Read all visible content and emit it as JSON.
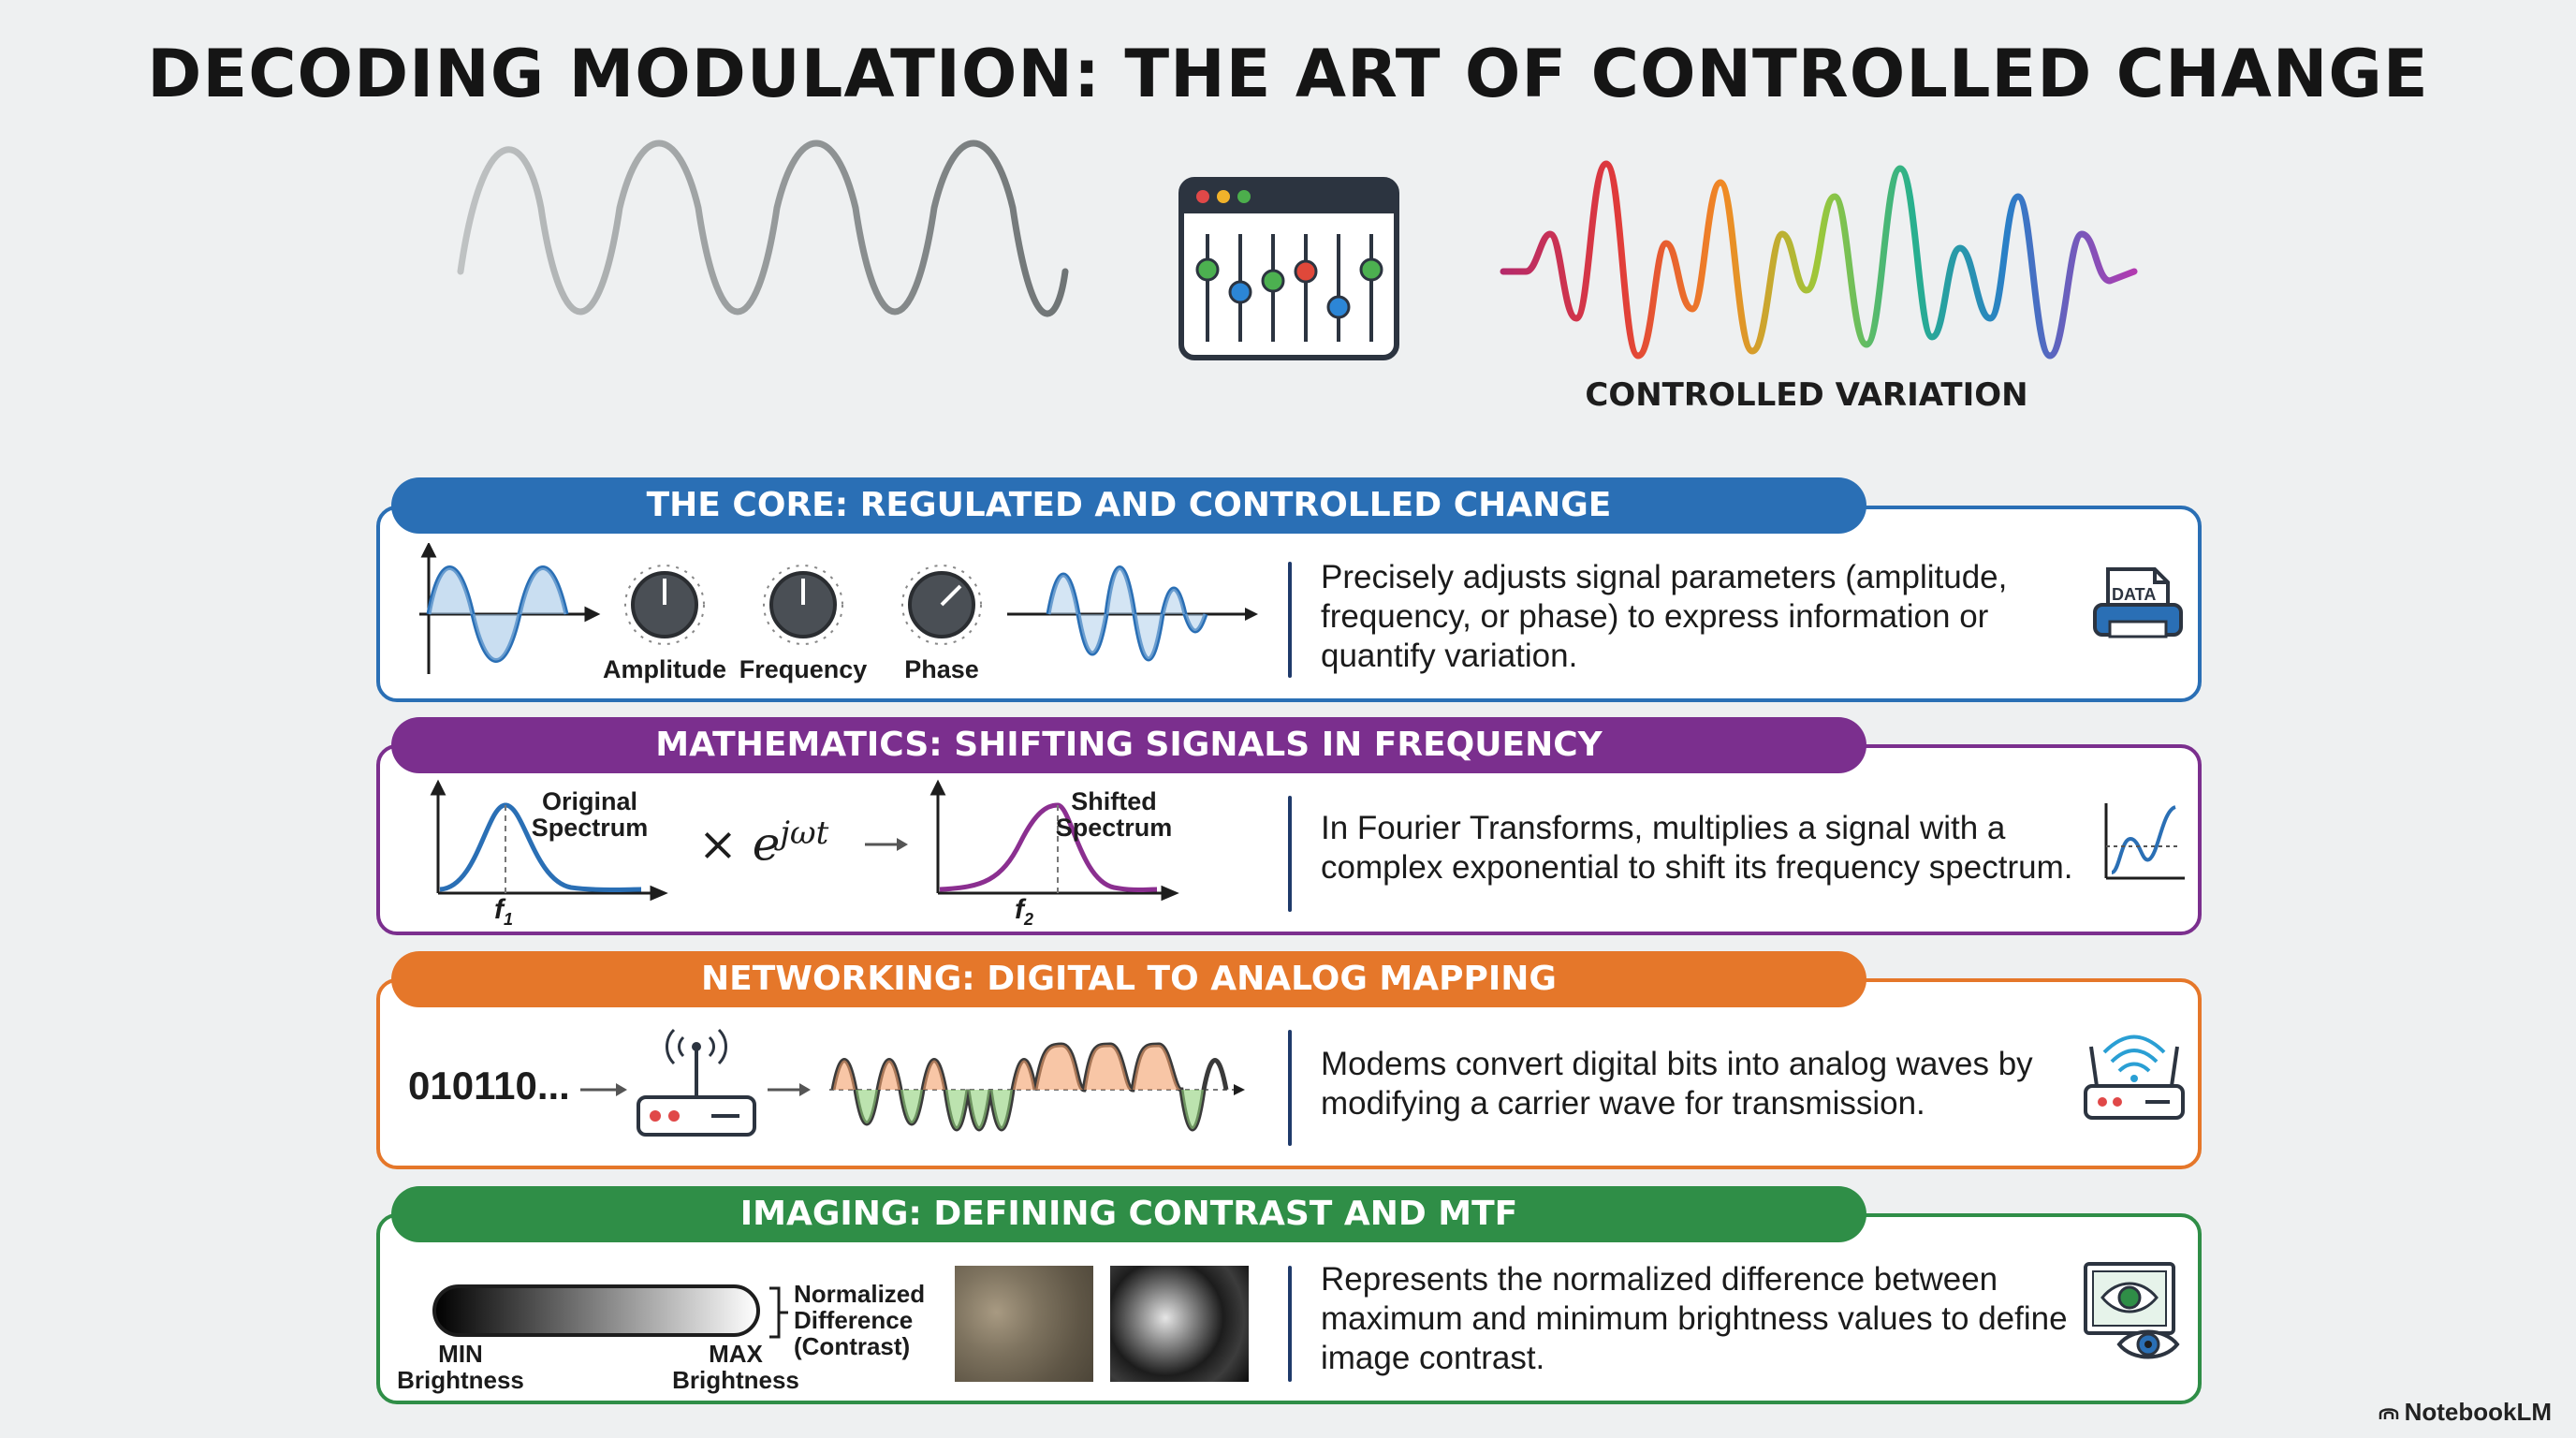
{
  "title": "DECODING MODULATION: THE ART OF CONTROLLED CHANGE",
  "hero": {
    "variation_label": "CONTROLLED VARIATION"
  },
  "panels": [
    {
      "heading": "THE CORE: REGULATED AND CONTROLLED CHANGE",
      "color": "#2a6fb5",
      "knobs": [
        "Amplitude",
        "Frequency",
        "Phase"
      ],
      "description": "Precisely adjusts signal parameters (amplitude, frequency, or phase) to express information or quantify variation.",
      "icon_label": "DATA",
      "icon": "data-printer-icon"
    },
    {
      "heading": "MATHEMATICS: SHIFTING SIGNALS IN FREQUENCY",
      "color": "#7b2f8e",
      "spectrum_left": "Original Spectrum",
      "spectrum_right": "Shifted Spectrum",
      "f1_label": "f",
      "f1_sub": "1",
      "f2_label": "f",
      "f2_sub": "2",
      "operator": "× e",
      "exponent": "jωt",
      "description": "In Fourier Transforms, multiplies a signal with a complex exponential to shift its frequency spectrum.",
      "icon": "shift-graph-icon"
    },
    {
      "heading": "NETWORKING: DIGITAL TO ANALOG MAPPING",
      "color": "#e5772a",
      "bits": "010110...",
      "description": "Modems convert digital bits into analog waves by modifying a carrier wave for transmission.",
      "icon": "wifi-router-icon"
    },
    {
      "heading": "IMAGING: DEFINING CONTRAST AND MTF",
      "color": "#2f8e47",
      "min_label": "MIN",
      "min_sub": "Brightness",
      "max_label": "MAX",
      "max_sub": "Brightness",
      "bracket_label": "Normalized Difference (Contrast)",
      "description": "Represents the normalized difference between maximum and minimum brightness values to define image contrast.",
      "icon": "eye-monitor-icon"
    }
  ],
  "brand": "NotebookLM"
}
